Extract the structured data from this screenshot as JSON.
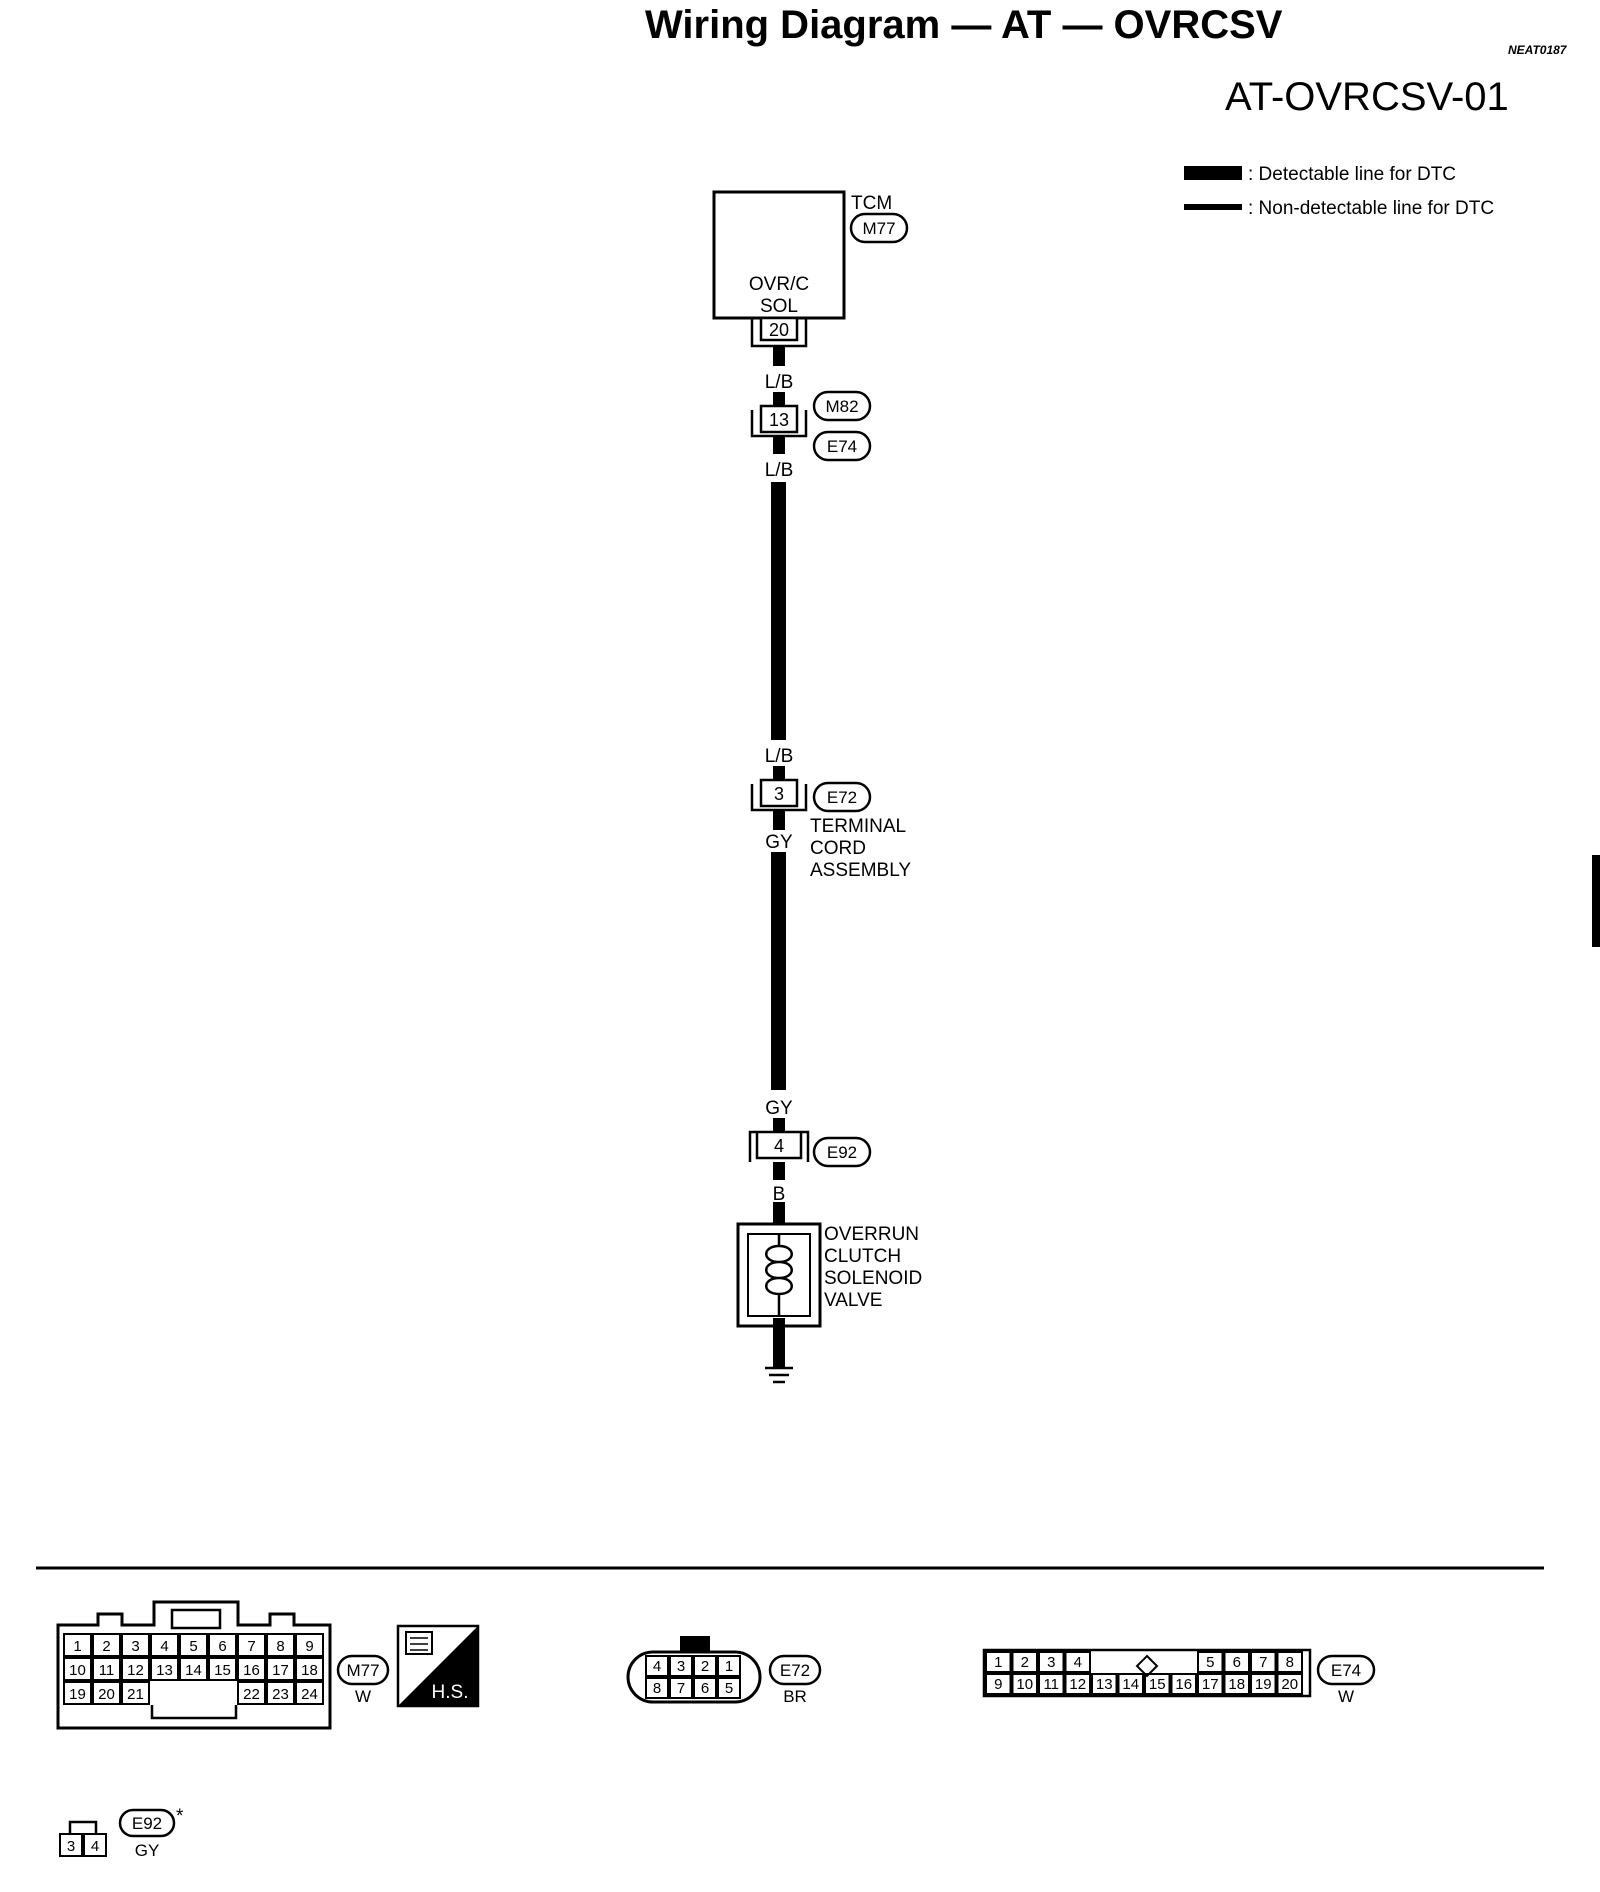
{
  "header": {
    "title": "Wiring Diagram — AT — OVRCSV",
    "code": "NEAT0187",
    "subtitle": "AT-OVRCSV-01"
  },
  "legend": {
    "detectable": ": Detectable line for DTC",
    "non_detectable": ": Non-detectable line for DTC"
  },
  "tcm": {
    "name": "TCM",
    "connector": "M77",
    "pin_label_1": "OVR/C",
    "pin_label_2": "SOL",
    "terminal": "20"
  },
  "wires": {
    "w1": "L/B",
    "w2": "L/B",
    "w3": "L/B",
    "w4": "GY",
    "w5": "GY",
    "w6": "B"
  },
  "joint_connector": {
    "terminal": "13",
    "connector_top": "M82",
    "connector_bottom": "E74"
  },
  "terminal_cord": {
    "terminal": "3",
    "connector": "E72",
    "label_1": "TERMINAL",
    "label_2": "CORD",
    "label_3": "ASSEMBLY"
  },
  "valve_connector": {
    "terminal": "4",
    "connector": "E92"
  },
  "valve": {
    "label_1": "OVERRUN",
    "label_2": "CLUTCH",
    "label_3": "SOLENOID",
    "label_4": "VALVE"
  },
  "connector_views": {
    "m77": {
      "row1": [
        "1",
        "2",
        "3",
        "4",
        "5",
        "6",
        "7",
        "8",
        "9"
      ],
      "row2": [
        "10",
        "11",
        "12",
        "13",
        "14",
        "15",
        "16",
        "17",
        "18"
      ],
      "row3_left": [
        "19",
        "20",
        "21"
      ],
      "row3_right": [
        "22",
        "23",
        "24"
      ],
      "name": "M77",
      "color": "W",
      "hs": "H.S."
    },
    "e72": {
      "top": [
        "4",
        "3",
        "2",
        "1"
      ],
      "bottom": [
        "8",
        "7",
        "6",
        "5"
      ],
      "name": "E72",
      "color": "BR"
    },
    "e74": {
      "row1_left": [
        "1",
        "2",
        "3",
        "4"
      ],
      "row1_right": [
        "5",
        "6",
        "7",
        "8"
      ],
      "row2": [
        "9",
        "10",
        "11",
        "12",
        "13",
        "14",
        "15",
        "16",
        "17",
        "18",
        "19",
        "20"
      ],
      "name": "E74",
      "color": "W"
    },
    "e92": {
      "pins": [
        "3",
        "4"
      ],
      "name": "E92",
      "star": "*",
      "color": "GY"
    }
  },
  "colors": {
    "ink": "#000000",
    "paper": "#ffffff"
  }
}
